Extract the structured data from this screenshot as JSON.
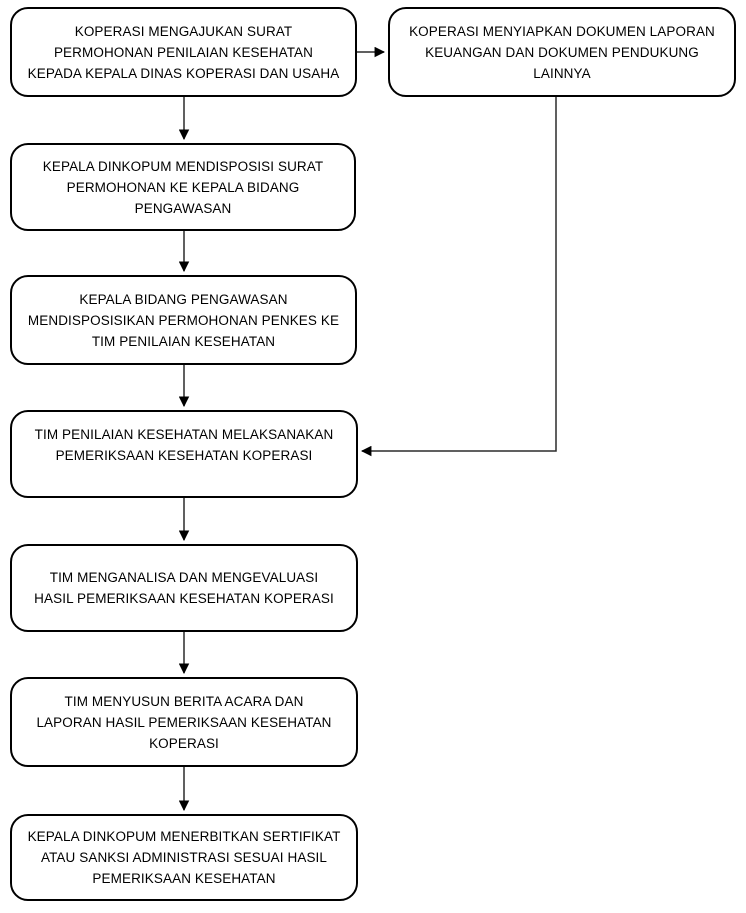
{
  "page": {
    "background_color": "#ffffff",
    "box_fill_color": "#ffffff",
    "box_border_color": "#000000",
    "text_color": "#000000",
    "connector_color": "#2b2b2b"
  },
  "flowchart": {
    "type": "flowchart",
    "nodes": [
      {
        "id": "n1",
        "label": "KOPERASI MENGAJUKAN SURAT\nPERMOHONAN PENILAIAN KESEHATAN\nKEPADA KEPALA DINAS KOPERASI DAN USAHA"
      },
      {
        "id": "n2",
        "label": "KOPERASI MENYIAPKAN DOKUMEN LAPORAN\nKEUANGAN DAN DOKUMEN PENDUKUNG\nLAINNYA"
      },
      {
        "id": "n3",
        "label": "KEPALA DINKOPUM MENDISPOSISI SURAT\nPERMOHONAN KE KEPALA BIDANG\nPENGAWASAN"
      },
      {
        "id": "n4",
        "label": "KEPALA BIDANG PENGAWASAN\nMENDISPOSISIKAN PERMOHONAN PENKES KE\nTIM PENILAIAN KESEHATAN"
      },
      {
        "id": "n5",
        "label": "TIM PENILAIAN KESEHATAN MELAKSANAKAN\nPEMERIKSAAN KESEHATAN KOPERASI"
      },
      {
        "id": "n6",
        "label": "TIM MENGANALISA DAN MENGEVALUASI\nHASIL PEMERIKSAAN KESEHATAN KOPERASI"
      },
      {
        "id": "n7",
        "label": "TIM MENYUSUN BERITA ACARA DAN\nLAPORAN HASIL PEMERIKSAAN KESEHATAN\nKOPERASI"
      },
      {
        "id": "n8",
        "label": "KEPALA DINKOPUM MENERBITKAN SERTIFIKAT\nATAU SANKSI ADMINISTRASI SESUAI HASIL\nPEMERIKSAAN KESEHATAN"
      }
    ],
    "edges": [
      {
        "from": "n1",
        "to": "n2",
        "route": "right"
      },
      {
        "from": "n1",
        "to": "n3",
        "route": "down"
      },
      {
        "from": "n3",
        "to": "n4",
        "route": "down"
      },
      {
        "from": "n4",
        "to": "n5",
        "route": "down"
      },
      {
        "from": "n2",
        "to": "n5",
        "route": "down-then-left"
      },
      {
        "from": "n5",
        "to": "n6",
        "route": "down"
      },
      {
        "from": "n6",
        "to": "n7",
        "route": "down"
      },
      {
        "from": "n7",
        "to": "n8",
        "route": "down"
      }
    ]
  }
}
